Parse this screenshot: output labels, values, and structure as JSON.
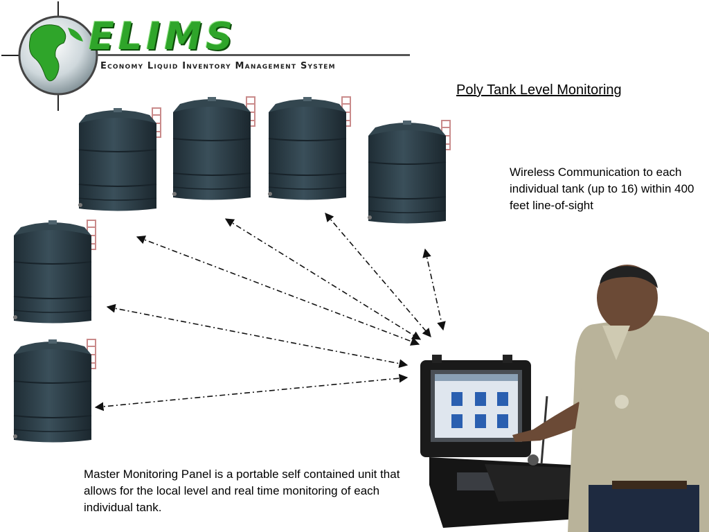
{
  "logo": {
    "wordmark": "ELIMS",
    "subtitle": "Economy Liquid Inventory Management System"
  },
  "slide": {
    "title": "Poly Tank Level Monitoring",
    "wireless_text": "Wireless Communication to each individual tank (up to 16) within 400 feet line-of-sight",
    "master_text": "Master Monitoring Panel is a portable self contained unit that allows for the local level and real time monitoring of each individual tank."
  },
  "colors": {
    "logo_green": "#2fa52a",
    "tank_body": "#2c3e48",
    "arrow": "#111111"
  },
  "icons": [
    "globe-icon",
    "tank-icon",
    "monitoring-panel-icon",
    "person-photo"
  ]
}
